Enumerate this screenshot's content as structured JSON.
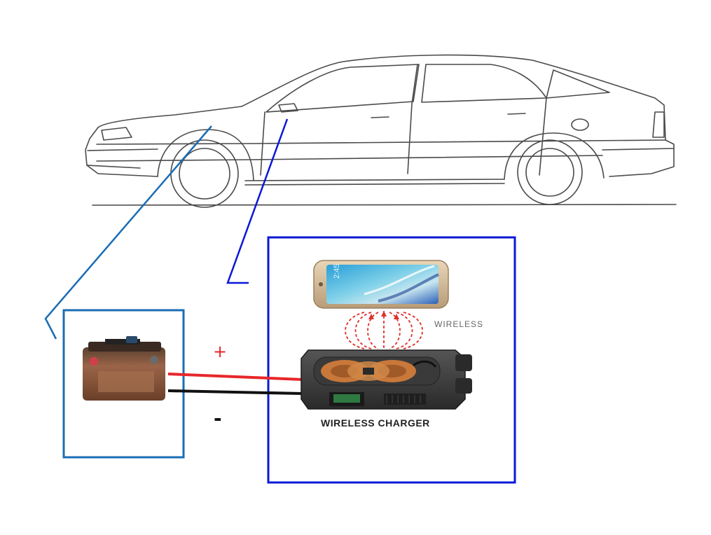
{
  "diagram": {
    "labels": {
      "positive": "+",
      "negative": "-",
      "wireless": "WIRELESS",
      "charger": "WIRELESS CHARGER",
      "phone_clock": "2:45"
    },
    "colors": {
      "car_line": "#4a4a4a",
      "box_left": "#1a6db5",
      "box_right": "#0a18d6",
      "leader_left": "#1a6db5",
      "leader_right": "#0a18d6",
      "wire_positive": "#e8262a",
      "wire_negative": "#111111",
      "field_lines": "#e0302a",
      "charger_body": "#3a3a3a",
      "coil": "#c8783a",
      "battery_body": "#8a5a3a"
    },
    "icons": {
      "car": "car-sedan-side-icon",
      "battery": "car-battery-icon",
      "phone": "smartphone-icon",
      "charger": "wireless-charger-pad-icon"
    }
  }
}
